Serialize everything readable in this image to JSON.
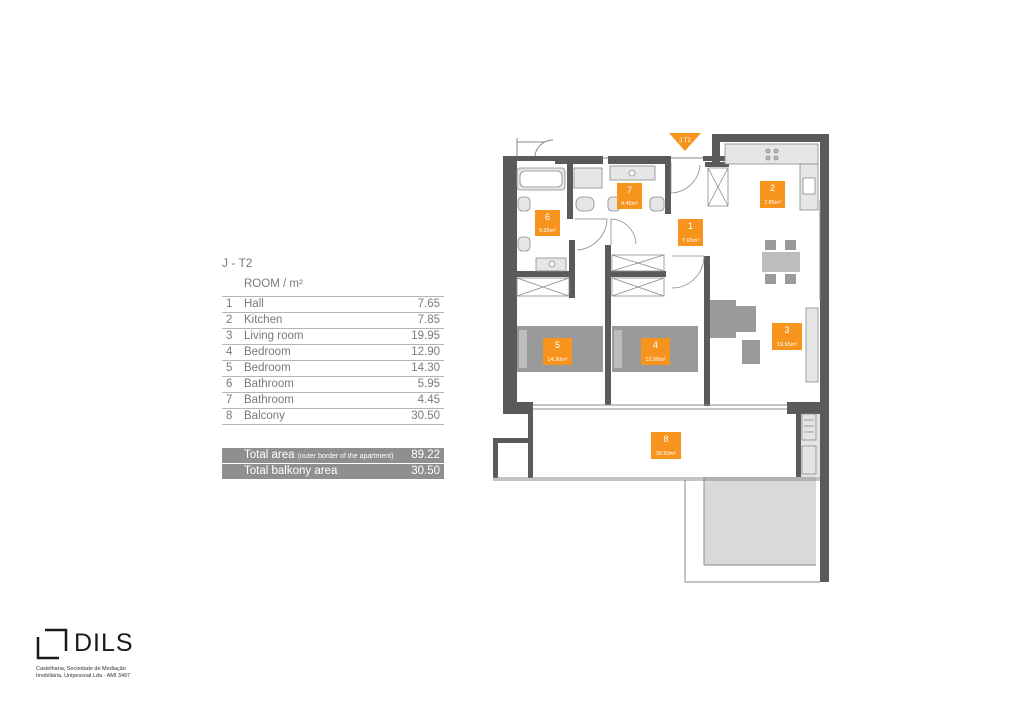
{
  "unit_code": "J - T2",
  "room_heading": "ROOM / m²",
  "rooms": [
    {
      "num": "1",
      "name": "Hall",
      "area": "7.65"
    },
    {
      "num": "2",
      "name": "Kitchen",
      "area": "7.85"
    },
    {
      "num": "3",
      "name": "Living room",
      "area": "19.95"
    },
    {
      "num": "4",
      "name": "Bedroom",
      "area": "12.90"
    },
    {
      "num": "5",
      "name": "Bedroom",
      "area": "14.30"
    },
    {
      "num": "6",
      "name": "Bathroom",
      "area": "5.95"
    },
    {
      "num": "7",
      "name": "Bathroom",
      "area": "4.45"
    },
    {
      "num": "8",
      "name": "Balcony",
      "area": "30.50"
    }
  ],
  "totals": {
    "total_area_label": "Total area",
    "total_area_note": "(outer border of the apartment)",
    "total_area_value": "89.22",
    "balcony_label": "Total balkony area",
    "balcony_value": "30.50"
  },
  "plan_tags": [
    {
      "num": "1",
      "area": "7.65m²"
    },
    {
      "num": "2",
      "area": "7.85m²"
    },
    {
      "num": "3",
      "area": "19.95m²"
    },
    {
      "num": "4",
      "area": "12.90m²"
    },
    {
      "num": "5",
      "area": "14.30m²"
    },
    {
      "num": "6",
      "area": "5.95m²"
    },
    {
      "num": "7",
      "area": "4.45m²"
    },
    {
      "num": "8",
      "area": "30.50m²"
    }
  ],
  "unit_marker": "J T2",
  "logo": {
    "brand": "DILS",
    "company_line1": "Castelhana, Sociedade de Mediação",
    "company_line2": "Imobiliária, Unipessoal Lda · AMI 3497"
  },
  "colors": {
    "wall": "#5a5a5a",
    "tag": "#f7941d",
    "furniture": "#9a9a9a",
    "terrace": "#d9d9d9",
    "text": "#7a7a7a",
    "total_bg": "#8f8f8f"
  }
}
